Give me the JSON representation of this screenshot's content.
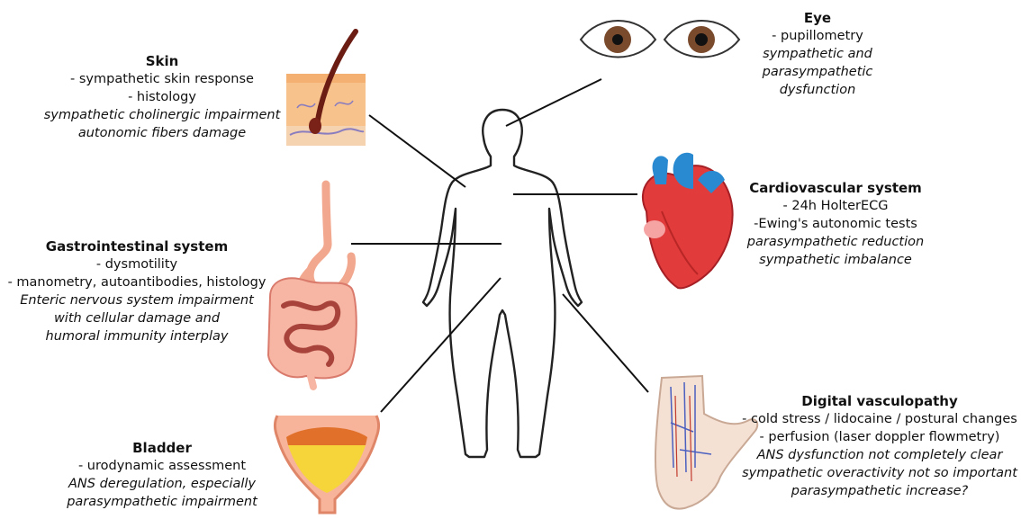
{
  "eye": {
    "title": "Eye",
    "lines": [
      "- pupillometry"
    ],
    "notes": [
      "sympathetic and",
      "parasympathetic dysfunction"
    ]
  },
  "skin": {
    "title": "Skin",
    "lines": [
      "- sympathetic skin response",
      "- histology"
    ],
    "notes": [
      "sympathetic cholinergic impairment",
      "autonomic fibers damage"
    ]
  },
  "cardio": {
    "title": "Cardiovascular system",
    "lines": [
      "- 24h HolterECG",
      "-Ewing's autonomic tests"
    ],
    "notes": [
      "parasympathetic reduction",
      "sympathetic imbalance"
    ]
  },
  "gi": {
    "title": "Gastrointestinal system",
    "lines": [
      "- dysmotility",
      "- manometry, autoantibodies, histology"
    ],
    "notes": [
      "Enteric nervous system impairment",
      "with cellular damage and",
      "humoral immunity interplay"
    ]
  },
  "bladder": {
    "title": "Bladder",
    "lines": [
      "- urodynamic assessment"
    ],
    "notes": [
      "ANS deregulation, especially",
      "parasympathetic impairment"
    ]
  },
  "digital": {
    "title": "Digital vasculopathy",
    "lines": [
      "- cold stress / lidocaine / postural changes",
      "- perfusion (laser doppler flowmetry)"
    ],
    "notes": [
      "ANS dysfunction not completely clear",
      "sympathetic overactivity not so important",
      "parasympathetic increase?"
    ]
  }
}
